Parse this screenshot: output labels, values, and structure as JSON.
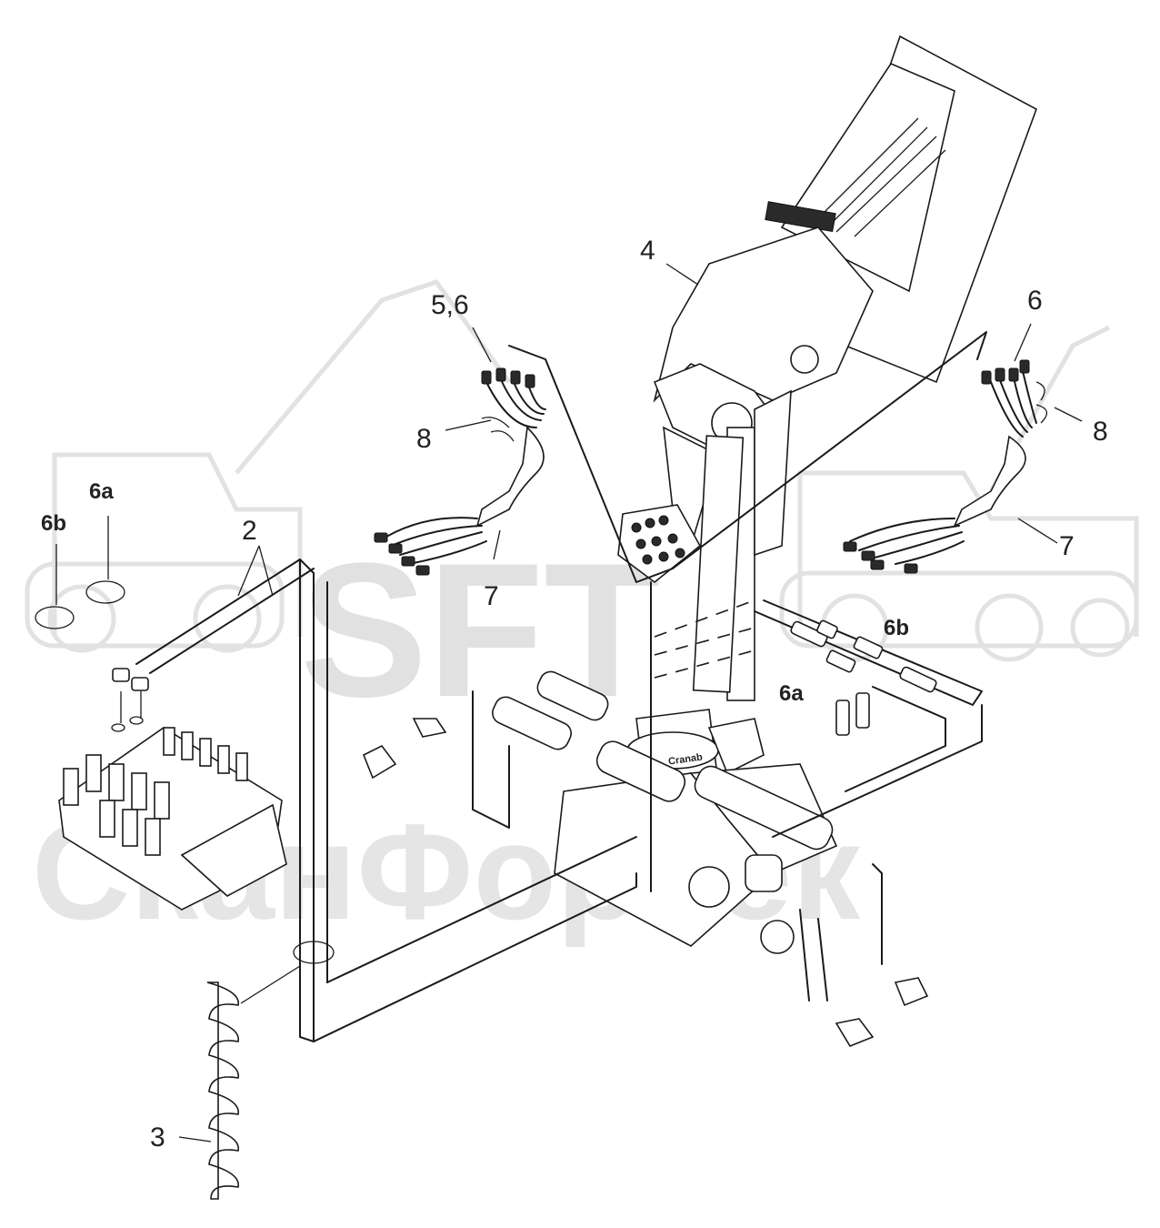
{
  "watermark": {
    "logo_text": "SFT",
    "company_text": "СканФорТек"
  },
  "callouts": {
    "c2": "2",
    "c3": "3",
    "c4": "4",
    "c56": "5,6",
    "c6": "6",
    "c7_left": "7",
    "c7_right": "7",
    "c8_left": "8",
    "c8_right": "8",
    "c6a_left": "6a",
    "c6b_left": "6b",
    "c6a_mid": "6a",
    "c6b_mid": "6b"
  },
  "marking": {
    "base_brand": "Cranab"
  }
}
